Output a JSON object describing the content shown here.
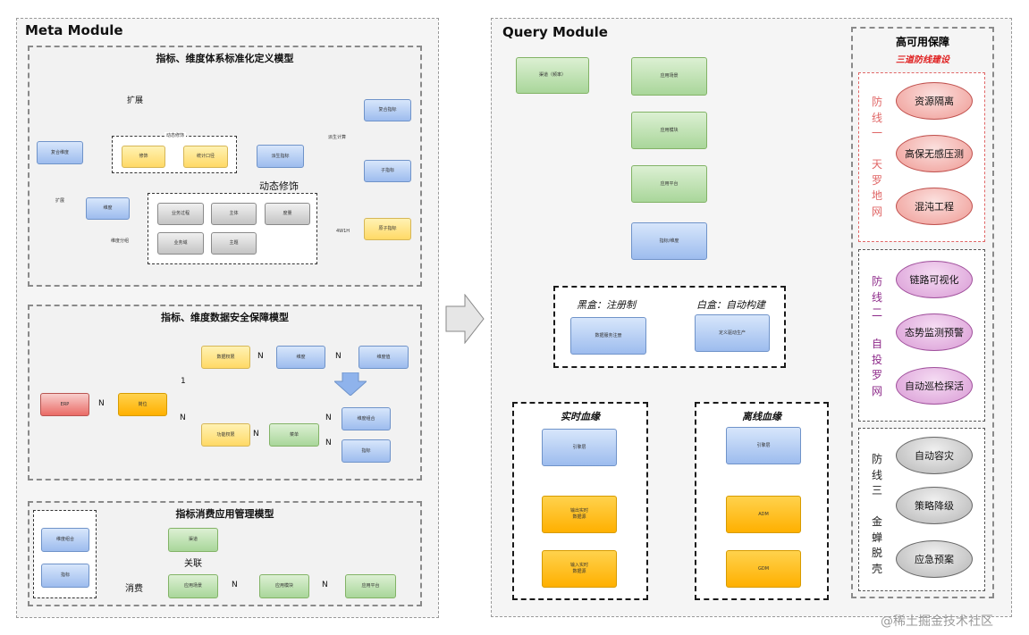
{
  "colors": {
    "line": "#111111",
    "arrow_blue": "#6b8fc7",
    "arrow_gold": "#b7950b",
    "dashed_green": "#82b366",
    "red_text": "#e02020",
    "purple_text": "#8e2b8a"
  },
  "meta": {
    "title": "Meta Module",
    "section1": {
      "title": "指标、维度体系标准化定义模型",
      "edge_expand": "扩展",
      "edge_dynamic": "动态修饰",
      "edge_batch": "派生计算",
      "edge_expand2": "扩展",
      "edge_group": "维度分组",
      "edge_4w1h": "4W1H",
      "small_box_label": "动态修饰",
      "nodes": {
        "composite_dim": "复合维度",
        "dimension": "维度",
        "modifier": "修饰",
        "stat_scope": "统计口径",
        "atomic": "派生指标",
        "composite_metric": "复合指标",
        "sub_metric": "子指标",
        "atomic_metric": "原子指标",
        "g1": "业务过程",
        "g2": "主体",
        "g3": "度量",
        "g4": "业务域",
        "g5": "主题"
      }
    },
    "section2": {
      "title": "指标、维度数据安全保障模型",
      "n": "N",
      "one": "1",
      "nodes": {
        "erp": "ERP",
        "post": "岗位",
        "data_perm": "数据权限",
        "dim1": "维度",
        "dim_value": "维度值",
        "func_perm": "功能权限",
        "menu": "菜单",
        "dim_combo": "维度组合",
        "metric": "指标"
      }
    },
    "section3": {
      "title": "指标消费应用管理模型",
      "consume": "消费",
      "relate": "关联",
      "n": "N",
      "nodes": {
        "dim_combo": "维度组合",
        "metric": "指标",
        "source": "渠道",
        "app_scene": "应用场景",
        "app_module": "应用模块",
        "app_platform": "应用平台"
      }
    }
  },
  "query": {
    "title": "Query Module",
    "nodes": {
      "source": "渠道（频率）",
      "app_scene": "应用场景",
      "app_module": "应用模块",
      "app_platform": "应用平台",
      "metric_dim": "指标/维度",
      "black_node": "数据服务注册",
      "white_node": "定义驱动生产",
      "rt_engine": "引擎层",
      "rt_output": "输出实时\n数据源",
      "rt_input": "输入实时\n数据源",
      "off_engine": "引擎层",
      "adm": "ADM",
      "gdm": "GDM"
    },
    "black_box": "黑盒：注册制",
    "white_box": "白盒：自动构建",
    "realtime": "实时血缘",
    "offline": "离线血缘"
  },
  "ha": {
    "title": "高可用保障",
    "subtitle": "三道防线建设",
    "line1": {
      "label": [
        "防",
        "线",
        "一",
        "",
        "天",
        "罗",
        "地",
        "网"
      ],
      "items": [
        "资源隔离",
        "高保无感压测",
        "混沌工程"
      ]
    },
    "line2": {
      "label": [
        "防",
        "线",
        "二",
        "",
        "自",
        "投",
        "罗",
        "网"
      ],
      "items": [
        "链路可视化",
        "态势监测预警",
        "自动巡检探活"
      ]
    },
    "line3": {
      "label": [
        "防",
        "线",
        "三",
        "",
        "金",
        "蝉",
        "脱",
        "壳"
      ],
      "items": [
        "自动容灾",
        "策略降级",
        "应急预案"
      ]
    }
  },
  "watermark": "@稀土掘金技术社区"
}
